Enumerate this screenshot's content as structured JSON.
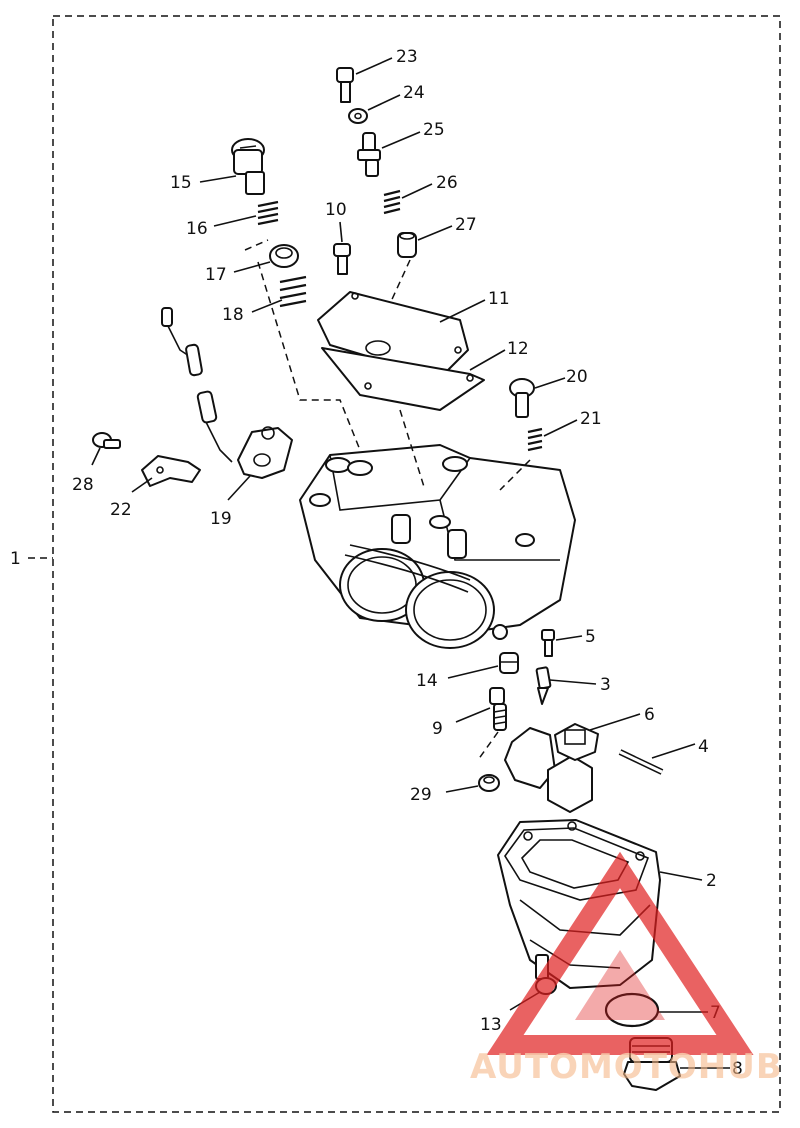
{
  "assembly_label": "1",
  "parts": [
    {
      "id": "2",
      "label": "2"
    },
    {
      "id": "3",
      "label": "3"
    },
    {
      "id": "4",
      "label": "4"
    },
    {
      "id": "5",
      "label": "5"
    },
    {
      "id": "6",
      "label": "6"
    },
    {
      "id": "7",
      "label": "7"
    },
    {
      "id": "8",
      "label": "8"
    },
    {
      "id": "9",
      "label": "9"
    },
    {
      "id": "10",
      "label": "10"
    },
    {
      "id": "11",
      "label": "11"
    },
    {
      "id": "12",
      "label": "12"
    },
    {
      "id": "13",
      "label": "13"
    },
    {
      "id": "14",
      "label": "14"
    },
    {
      "id": "15",
      "label": "15"
    },
    {
      "id": "16",
      "label": "16"
    },
    {
      "id": "17",
      "label": "17"
    },
    {
      "id": "18",
      "label": "18"
    },
    {
      "id": "19",
      "label": "19"
    },
    {
      "id": "20",
      "label": "20"
    },
    {
      "id": "21",
      "label": "21"
    },
    {
      "id": "22",
      "label": "22"
    },
    {
      "id": "23",
      "label": "23"
    },
    {
      "id": "24",
      "label": "24"
    },
    {
      "id": "25",
      "label": "25"
    },
    {
      "id": "26",
      "label": "26"
    },
    {
      "id": "27",
      "label": "27"
    },
    {
      "id": "28",
      "label": "28"
    },
    {
      "id": "29",
      "label": "29"
    }
  ],
  "watermark": {
    "text": "AUTOMOTOHUB",
    "color": "#f6b98a",
    "logo_color": "#e02020",
    "logo_icon": "warning-triangle-logo"
  },
  "colors": {
    "line": "#111111",
    "background": "#ffffff"
  }
}
